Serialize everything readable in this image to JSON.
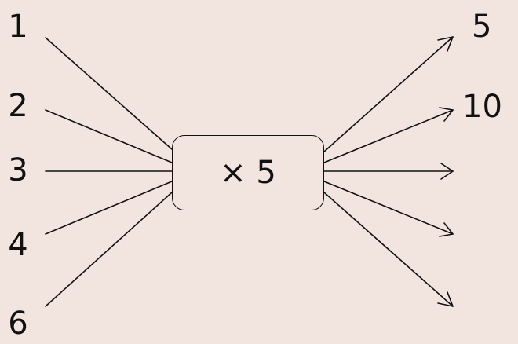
{
  "machine": {
    "rule": "× 5"
  },
  "inputs": [
    {
      "value": "1"
    },
    {
      "value": "2"
    },
    {
      "value": "3"
    },
    {
      "value": "4"
    },
    {
      "value": "6"
    }
  ],
  "outputs": [
    {
      "value": "5"
    },
    {
      "value": "10"
    },
    {
      "value": ""
    },
    {
      "value": ""
    },
    {
      "value": ""
    }
  ],
  "colors": {
    "background": "#f2e4de",
    "ink": "#111111"
  }
}
